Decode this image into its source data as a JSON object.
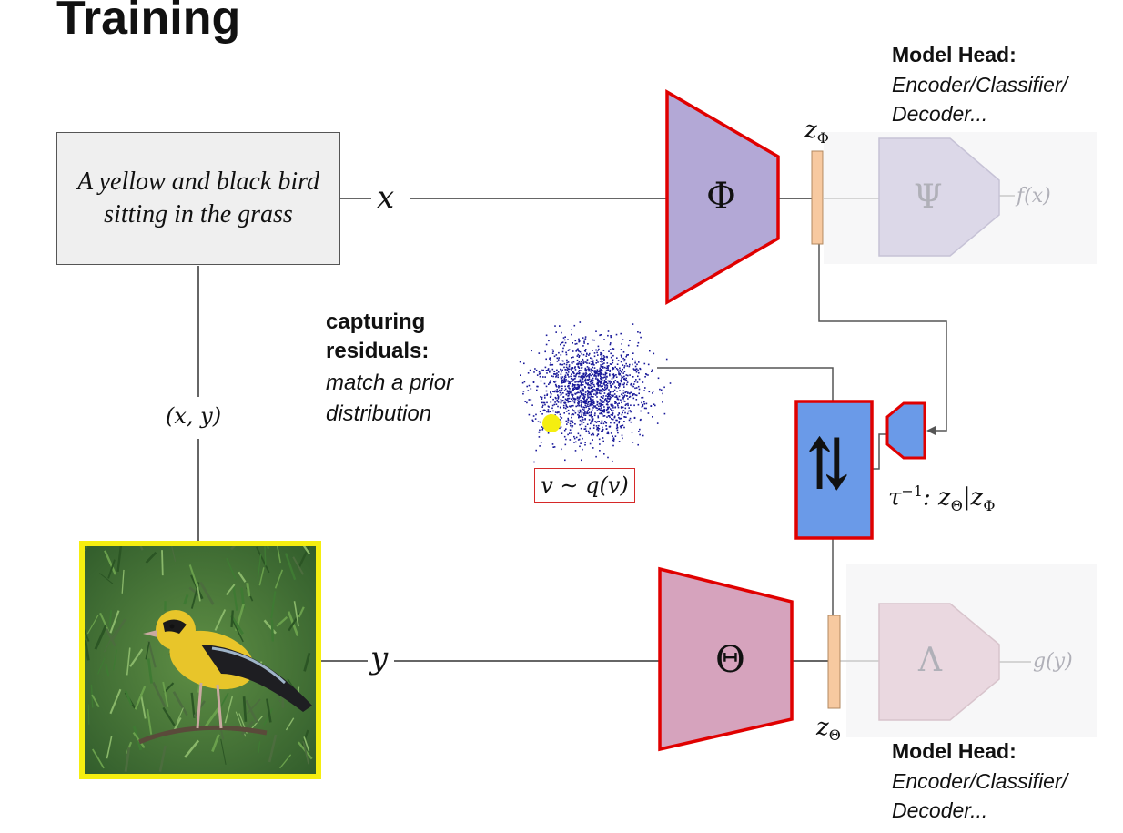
{
  "title": "Training",
  "text_input": {
    "caption": "A yellow and black bird sitting in the grass",
    "variable": "x"
  },
  "image_input": {
    "variable": "y",
    "description_alt": "yellow and black bird"
  },
  "pair_label": "(x, y)",
  "encoder_text": {
    "symbol": "Φ",
    "latent": "z",
    "latent_sub": "Φ",
    "fill": "#b3a8d6",
    "stroke": "#e00000"
  },
  "encoder_image": {
    "symbol": "Θ",
    "latent": "z",
    "latent_sub": "Θ",
    "fill": "#d6a3bd",
    "stroke": "#e00000"
  },
  "head_top": {
    "symbol": "Ψ",
    "output": "f(x)",
    "title": "Model Head:",
    "subtitle_line1": "Encoder/Classifier/",
    "subtitle_line2": "Decoder..."
  },
  "head_bottom": {
    "symbol": "Λ",
    "output": "g(y)",
    "title": "Model Head:",
    "subtitle_line1": "Encoder/Classifier/",
    "subtitle_line2": "Decoder..."
  },
  "flow": {
    "symbol": "⇅",
    "label_prefix": "τ",
    "label_sup": "−1",
    "label_rest": ": z",
    "label_sub1": "Θ",
    "label_bar": "|z",
    "label_sub2": "Φ",
    "fill": "#6a9ae8",
    "stroke": "#e00000"
  },
  "residuals": {
    "caption_bold_1": "capturing",
    "caption_bold_2": "residuals:",
    "caption_italic_1": "match a prior",
    "caption_italic_2": "distribution",
    "sample_label": "v ∼ q(v)",
    "point_color": "#1a1a9a",
    "highlight_color": "#f5ee10"
  },
  "colors": {
    "latent_bar": "#f7c9a0",
    "line": "#333333",
    "faded_line": "#c8c8c8"
  }
}
